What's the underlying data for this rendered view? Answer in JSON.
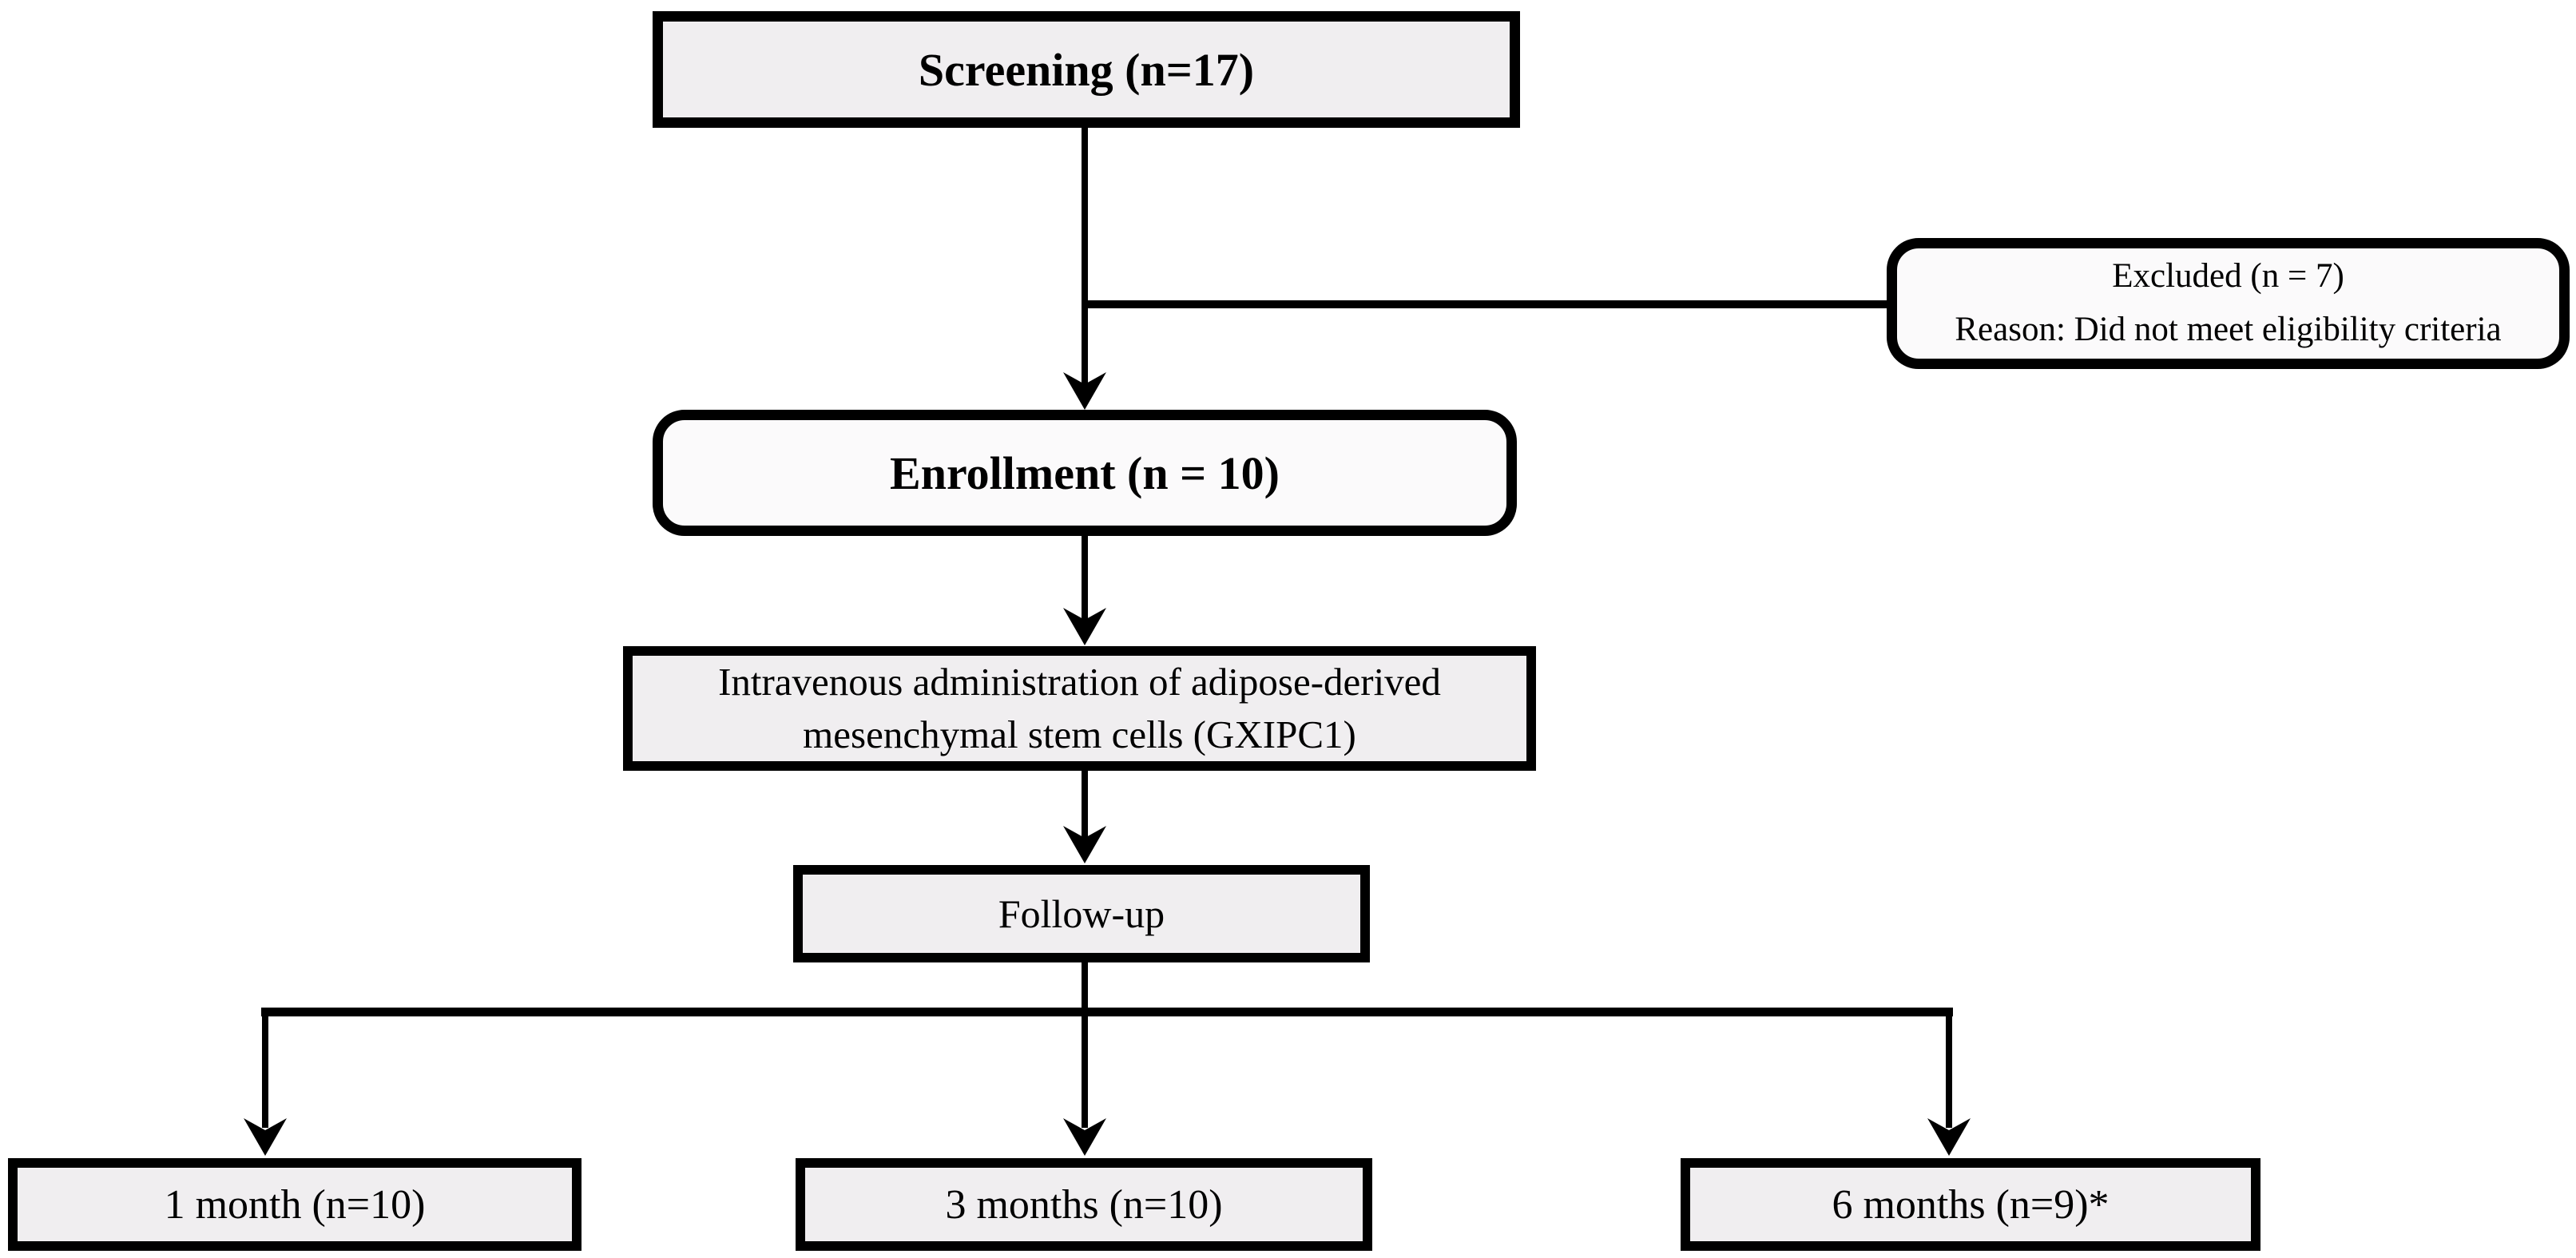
{
  "diagram": {
    "colors": {
      "background": "#ffffff",
      "line": "#000000",
      "gray_fill": "#f0eef0",
      "white_fill": "#fbfafb"
    },
    "nodes": {
      "screening": {
        "label": "Screening (n=17)"
      },
      "excluded": {
        "lines": [
          "Excluded (n = 7)",
          "Reason: Did not meet eligibility criteria"
        ]
      },
      "enrollment": {
        "label": "Enrollment (n = 10)"
      },
      "treatment": {
        "lines": [
          "Intravenous administration of adipose-derived",
          "mesenchymal stem cells (GXIPC1)"
        ]
      },
      "followup": {
        "label": "Follow-up"
      },
      "month1": {
        "label": "1 month (n=10)"
      },
      "month3": {
        "label": "3 months (n=10)"
      },
      "month6": {
        "label": "6 months (n=9)*"
      }
    }
  }
}
